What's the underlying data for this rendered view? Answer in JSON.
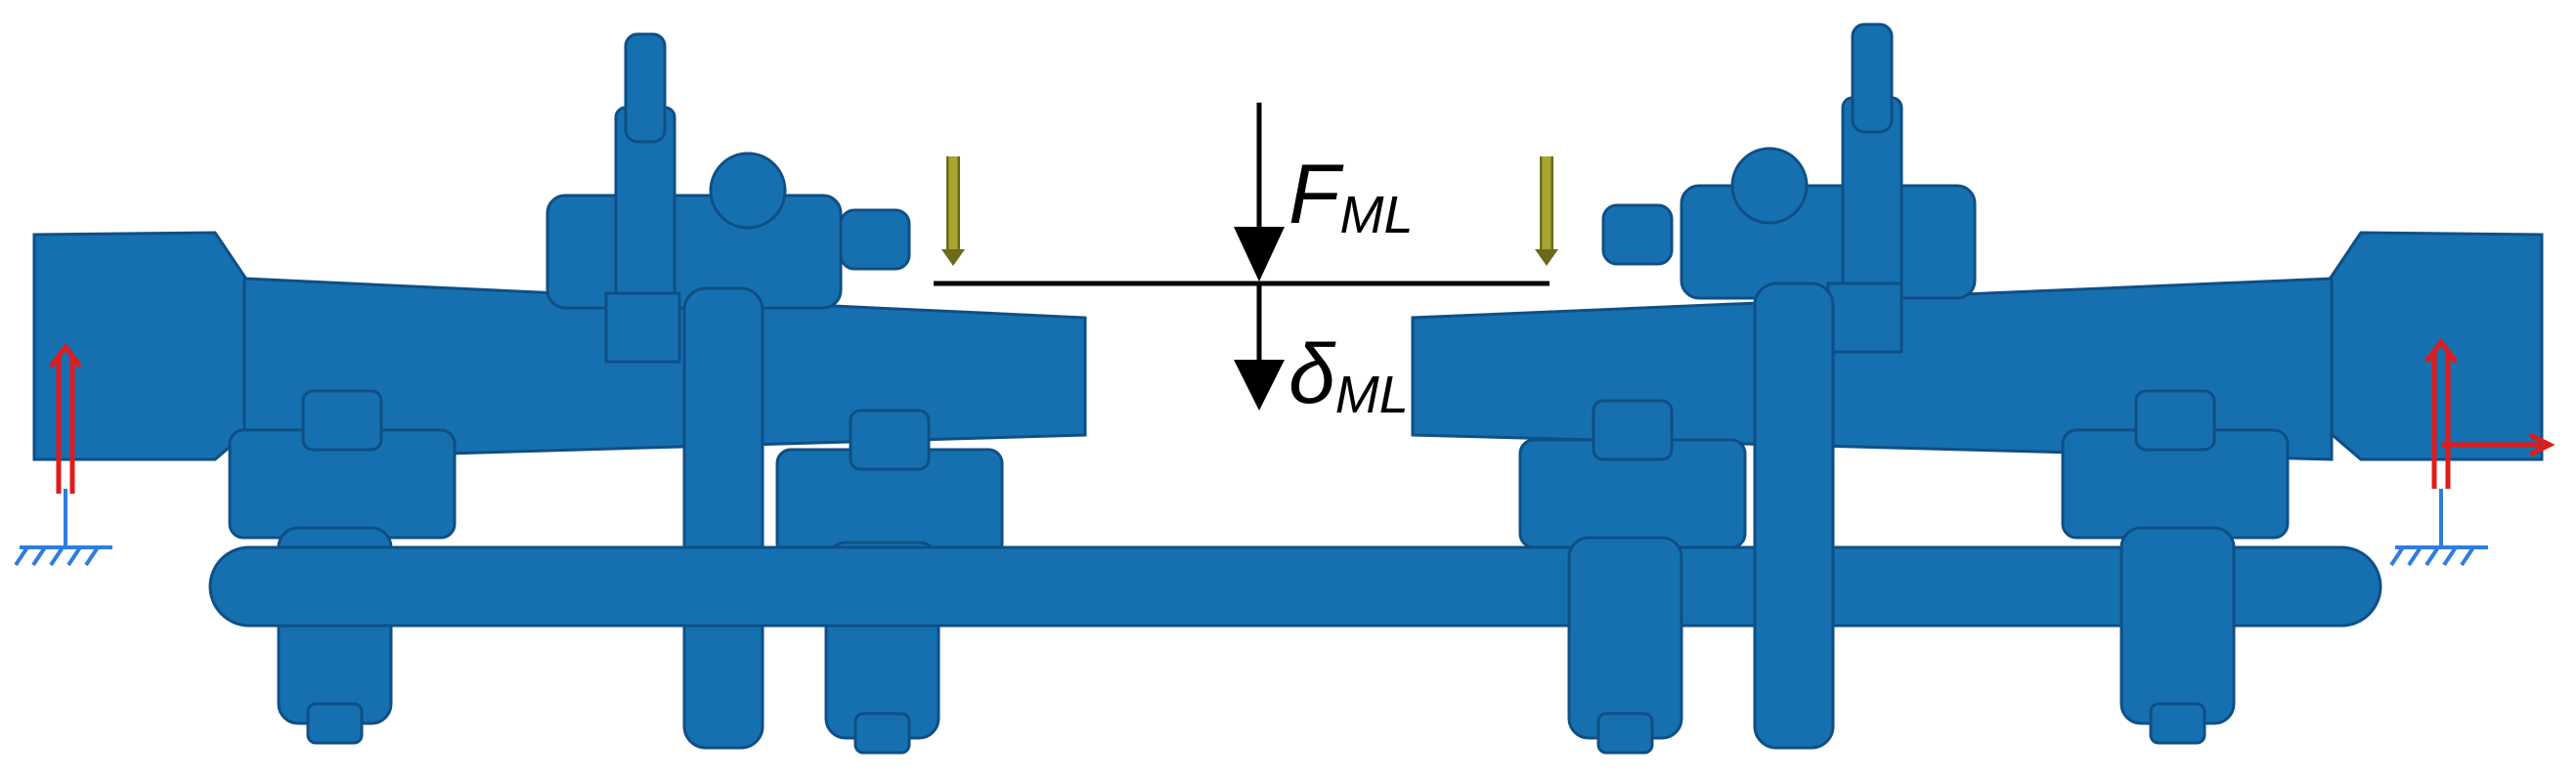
{
  "labels": {
    "force": {
      "symbol": "F",
      "subscript": "ML"
    },
    "deflection": {
      "symbol": "δ",
      "subscript": "ML"
    }
  },
  "colors": {
    "part": "#1670b0",
    "part_dark": "#0e4f86",
    "part_light": "#2a8fd4",
    "load_arrow": "#a8a632",
    "constraint_red": "#e01b1b",
    "support_blue": "#2f7de0",
    "ink": "#000000"
  },
  "icons": {
    "ground": "fixed-support-icon",
    "load": "point-load-arrow-icon",
    "constraint": "displacement-constraint-icon"
  }
}
